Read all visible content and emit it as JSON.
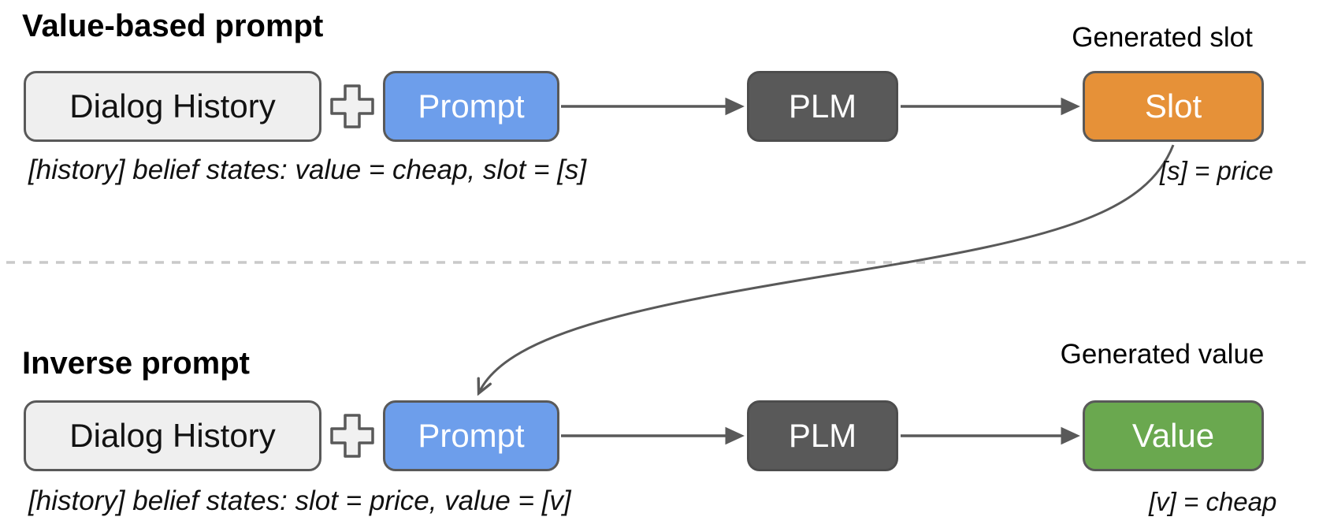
{
  "figure": {
    "top": {
      "title": "Value-based prompt",
      "input_box": "Dialog History",
      "plus_icon": "+",
      "prompt_box": "Prompt",
      "model_box": "PLM",
      "output_box": "Slot",
      "output_caption": "Generated slot",
      "output_note": "[s] = price",
      "prompt_text": "[history] belief states: value = cheap, slot = [s]"
    },
    "bottom": {
      "title": "Inverse prompt",
      "input_box": "Dialog History",
      "plus_icon": "+",
      "prompt_box": "Prompt",
      "model_box": "PLM",
      "output_box": "Value",
      "output_caption": "Generated value",
      "output_note": "[v] = cheap",
      "prompt_text": "[history] belief states: slot = price, value = [v]"
    },
    "colors": {
      "input_fill": "#efefef",
      "prompt_fill": "#6d9eeb",
      "model_fill": "#595959",
      "slot_fill": "#e69138",
      "value_fill": "#6aa84f",
      "outline": "#595959",
      "arrow": "#595959",
      "divider": "#c9c9c9",
      "light_text": "#ffffff",
      "dark_text": "#000000"
    }
  }
}
